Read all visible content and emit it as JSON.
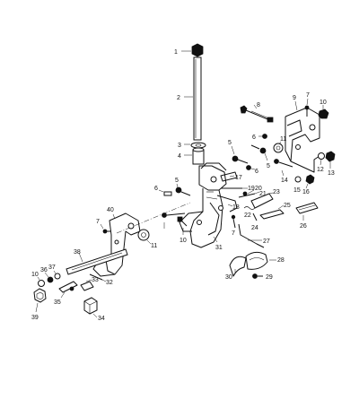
{
  "callouts": [
    {
      "id": "c1",
      "text": "1"
    },
    {
      "id": "c2",
      "text": "2"
    },
    {
      "id": "c3",
      "text": "3"
    },
    {
      "id": "c4",
      "text": "4"
    },
    {
      "id": "c5a",
      "text": "5"
    },
    {
      "id": "c5b",
      "text": "5"
    },
    {
      "id": "c5c",
      "text": "5"
    },
    {
      "id": "c6a",
      "text": "6"
    },
    {
      "id": "c6b",
      "text": "6"
    },
    {
      "id": "c6c",
      "text": "6"
    },
    {
      "id": "c7a",
      "text": "7"
    },
    {
      "id": "c7b",
      "text": "7"
    },
    {
      "id": "c7c",
      "text": "7"
    },
    {
      "id": "c8",
      "text": "8"
    },
    {
      "id": "c9",
      "text": "9"
    },
    {
      "id": "c10a",
      "text": "10"
    },
    {
      "id": "c10b",
      "text": "10"
    },
    {
      "id": "c10c",
      "text": "10"
    },
    {
      "id": "c11a",
      "text": "11"
    },
    {
      "id": "c11b",
      "text": "11"
    },
    {
      "id": "c12",
      "text": "12"
    },
    {
      "id": "c13",
      "text": "13"
    },
    {
      "id": "c14",
      "text": "14"
    },
    {
      "id": "c15",
      "text": "15"
    },
    {
      "id": "c16",
      "text": "16"
    },
    {
      "id": "c17",
      "text": "17"
    },
    {
      "id": "c18",
      "text": "18"
    },
    {
      "id": "c19",
      "text": "19"
    },
    {
      "id": "c20",
      "text": "20"
    },
    {
      "id": "c21",
      "text": "21"
    },
    {
      "id": "c22",
      "text": "22"
    },
    {
      "id": "c23",
      "text": "23"
    },
    {
      "id": "c24",
      "text": "24"
    },
    {
      "id": "c25",
      "text": "25"
    },
    {
      "id": "c26",
      "text": "26"
    },
    {
      "id": "c27",
      "text": "27"
    },
    {
      "id": "c28",
      "text": "28"
    },
    {
      "id": "c29",
      "text": "29"
    },
    {
      "id": "c30",
      "text": "30"
    },
    {
      "id": "c31",
      "text": "31"
    },
    {
      "id": "c32",
      "text": "32"
    },
    {
      "id": "c33",
      "text": "33"
    },
    {
      "id": "c34",
      "text": "34"
    },
    {
      "id": "c35",
      "text": "35"
    },
    {
      "id": "c36",
      "text": "36"
    },
    {
      "id": "c37",
      "text": "37"
    },
    {
      "id": "c38",
      "text": "38"
    },
    {
      "id": "c39",
      "text": "39"
    },
    {
      "id": "c40",
      "text": "40"
    }
  ]
}
